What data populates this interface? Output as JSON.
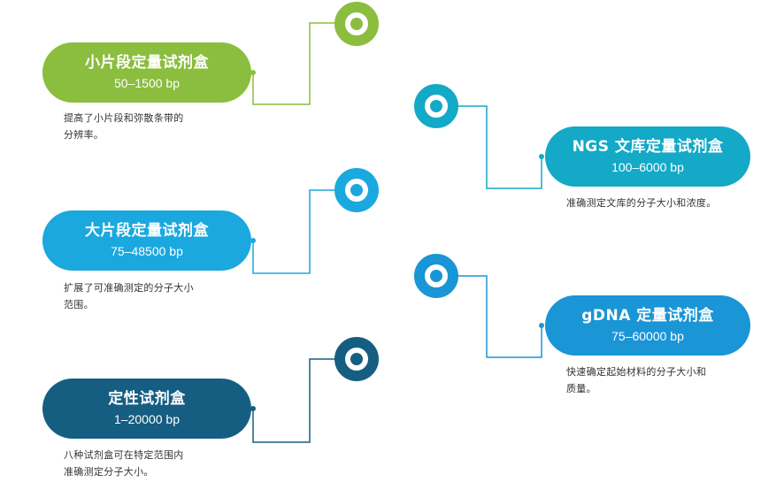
{
  "colors": {
    "green": "#8bbd3f",
    "teal": "#13a9c7",
    "skyblue": "#1aa8df",
    "blue": "#1a95d6",
    "navy": "#155e82"
  },
  "kits": [
    {
      "title": "小片段定量试剂盒",
      "range": "50–1500 bp",
      "desc": "提高了小片段和弥散条带的\n分辨率。",
      "icon": "target-ring-icon"
    },
    {
      "title": "NGS 文库定量试剂盒",
      "range": "100–6000 bp",
      "desc": "准确测定文库的分子大小和浓度。",
      "icon": "target-ring-icon"
    },
    {
      "title": "大片段定量试剂盒",
      "range": "75–48500 bp",
      "desc": "扩展了可准确测定的分子大小\n范围。",
      "icon": "target-ring-icon"
    },
    {
      "title": "gDNA 定量试剂盒",
      "range": "75–60000 bp",
      "desc": "快速确定起始材料的分子大小和\n质量。",
      "icon": "target-ring-icon"
    },
    {
      "title": "定性试剂盒",
      "range": "1–20000 bp",
      "desc": "八种试剂盒可在特定范围内\n准确测定分子大小。",
      "icon": "target-ring-icon"
    }
  ]
}
